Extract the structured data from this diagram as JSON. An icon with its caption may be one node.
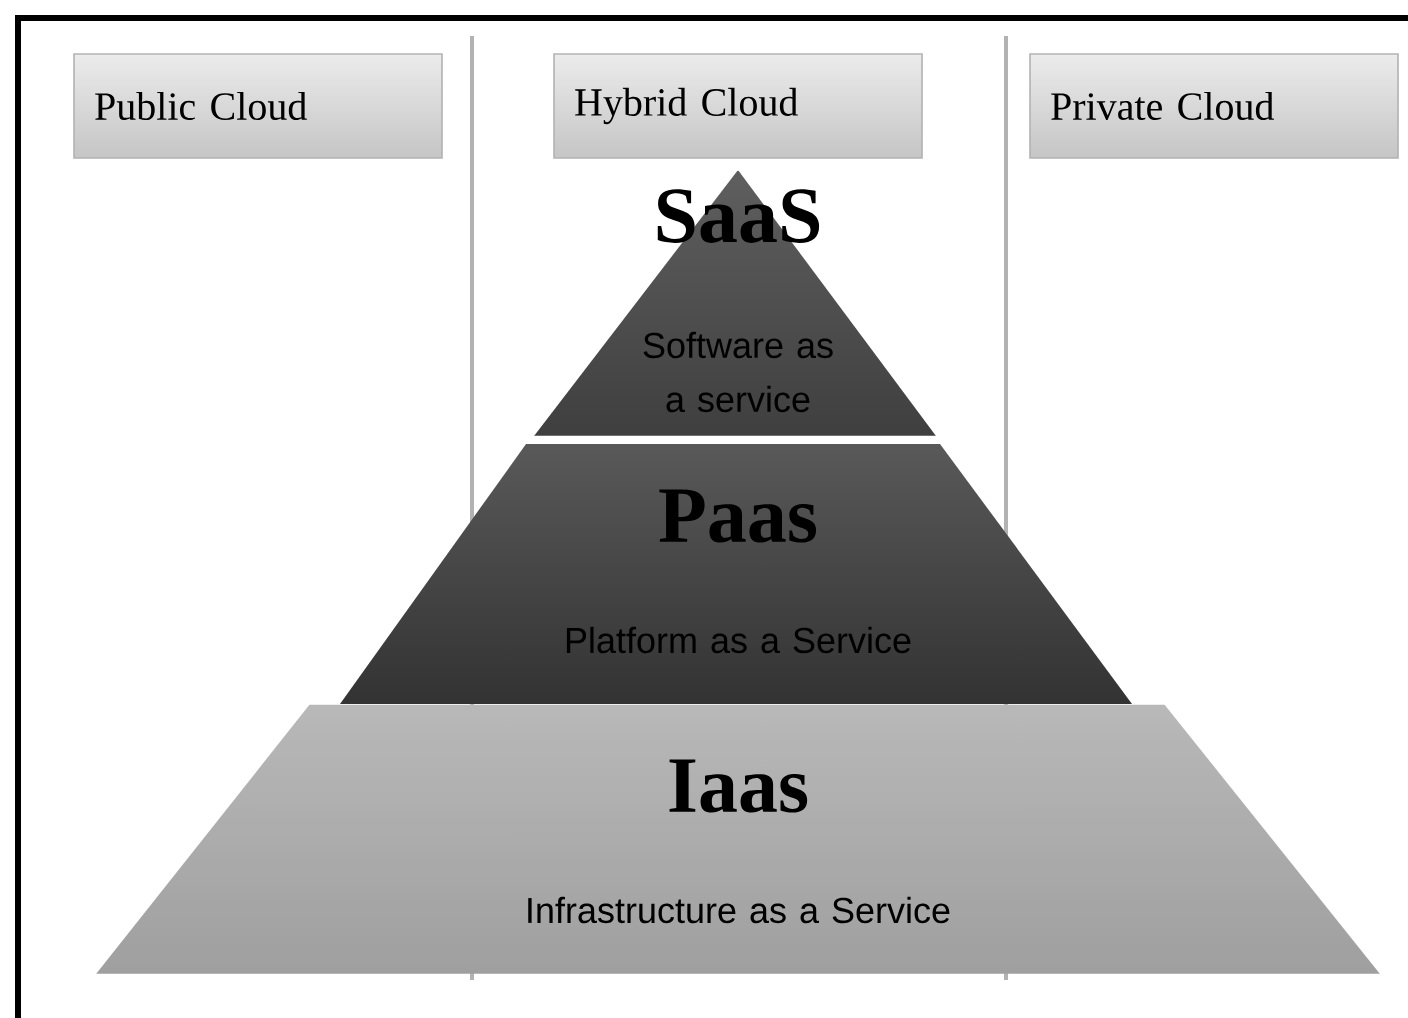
{
  "diagram": {
    "nodes": [
      {
        "text": [
          "Public Cloud"
        ]
      },
      {
        "text": [
          "Hybrid Cloud"
        ]
      },
      {
        "text": [
          "Private Cloud"
        ]
      },
      {
        "text": [
          "SaaS",
          "Software as a service"
        ]
      },
      {
        "text": [
          "Paas",
          "Platform as a Service"
        ]
      },
      {
        "text": [
          "Iaas",
          "Infrastructure as a Service"
        ]
      }
    ]
  }
}
